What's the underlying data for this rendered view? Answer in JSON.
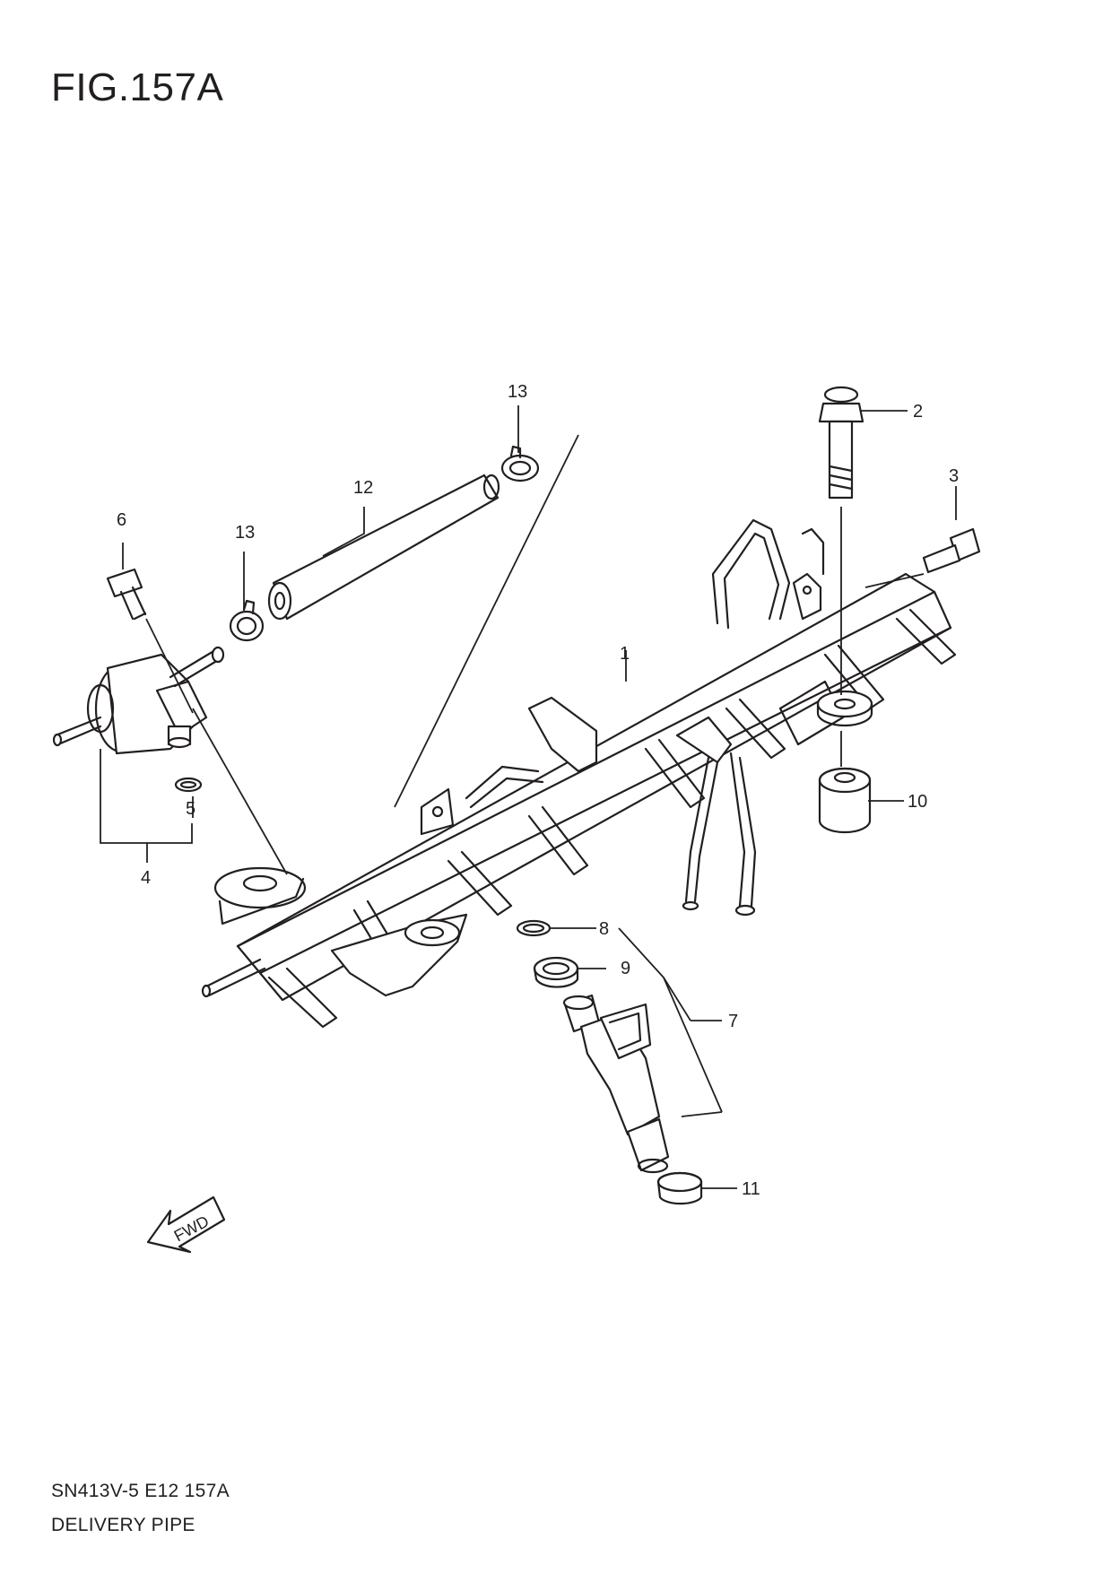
{
  "figure": {
    "title": "FIG.157A"
  },
  "footer": {
    "code": "SN413V-5 E12 157A",
    "name": "DELIVERY PIPE"
  },
  "callouts": {
    "c1": "1",
    "c2": "2",
    "c3": "3",
    "c4": "4",
    "c5": "5",
    "c6": "6",
    "c7": "7",
    "c8": "8",
    "c9": "9",
    "c10": "10",
    "c11": "11",
    "c12": "12",
    "c13a": "13",
    "c13b": "13"
  },
  "fwd": {
    "label": "FWD"
  }
}
